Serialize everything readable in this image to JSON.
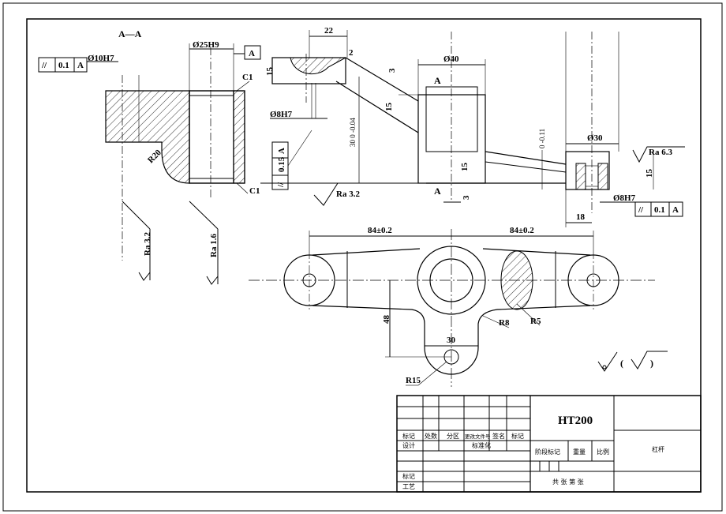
{
  "section": {
    "title": "A—A"
  },
  "tolerances": {
    "parallel_symbol": "//",
    "top_left": {
      "value": "0.1",
      "datum": "A",
      "note": "Ø10H7"
    },
    "datum_box_top": "A",
    "left_vertical": {
      "value": "0.15",
      "datum": "A"
    },
    "right": {
      "value": "0.1",
      "datum": "A"
    }
  },
  "dimensions": {
    "bore_25": "Ø25H9",
    "c1_top": "C1",
    "c1_bottom": "C1",
    "r20": "R20",
    "d22": "22",
    "d2": "2",
    "d15_top": "15",
    "d3_top": "3",
    "d15_mid": "15",
    "d40": "Ø40",
    "d8h7_left": "Ø8H7",
    "d30_vert": "30 0 -0.04",
    "d15_right": "15",
    "d3_bottom": "3",
    "d30": "Ø30",
    "d0_tol": "0 -0.11",
    "d15_far": "15",
    "d8h7_right": "Ø8H7",
    "d18": "18",
    "d84_left": "84±0.2",
    "d84_right": "84±0.2",
    "d48": "48",
    "r8": "R8",
    "r5": "R5",
    "d30_bottom": "30",
    "r15": "R15"
  },
  "section_marks": {
    "a_top": "A",
    "a_bottom": "A"
  },
  "roughness": {
    "ra32_top": "Ra 3.2",
    "ra63": "Ra 6.3",
    "ra32_left": "Ra 3.2",
    "ra16": "Ra 1.6",
    "paren_open": "(",
    "paren_close": ")"
  },
  "title_block": {
    "material": "HT200",
    "part_name": "杠杆",
    "headers": [
      "标记",
      "处数",
      "分区",
      "更改文件号",
      "签名",
      "标记"
    ],
    "design": "设计",
    "standardize": "标准化",
    "stage_mark": "阶段标记",
    "weight": "重量",
    "scale": "比例",
    "row_mark": "标记",
    "process": "工艺",
    "sheets": "共  张  第  张"
  }
}
